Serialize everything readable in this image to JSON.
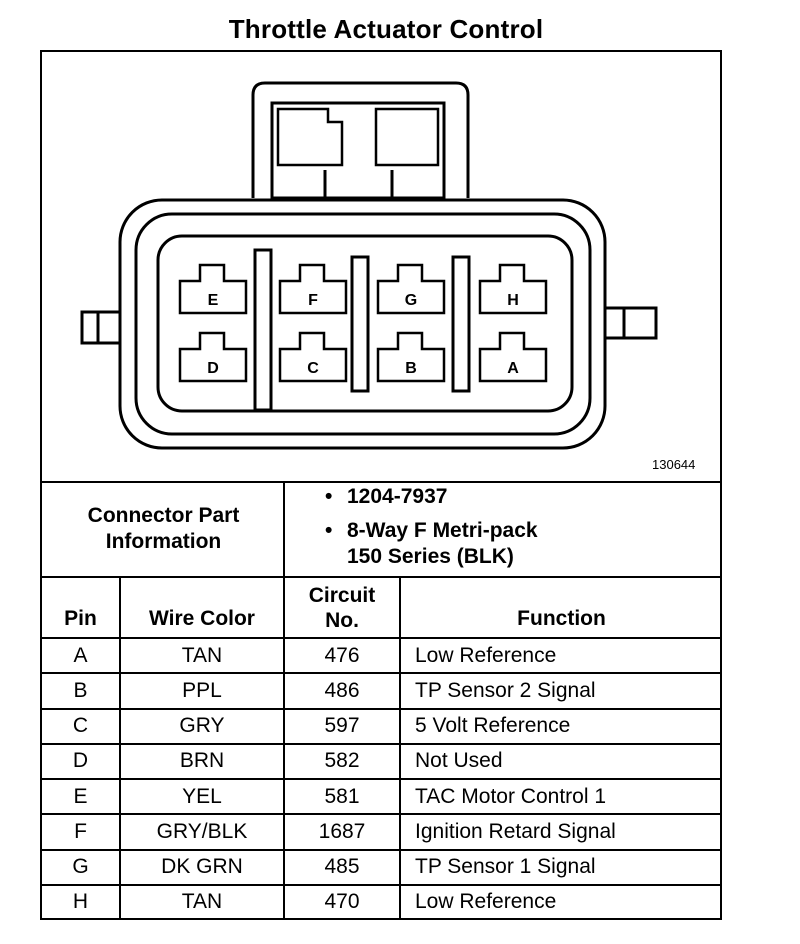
{
  "title": "Throttle Actuator Control",
  "figure_number": "130644",
  "connector": {
    "pins_top": [
      "E",
      "F",
      "G",
      "H"
    ],
    "pins_bottom": [
      "D",
      "C",
      "B",
      "A"
    ]
  },
  "part_info": {
    "label_line1": "Connector Part",
    "label_line2": "Information",
    "bullet": "•",
    "part_number": "1204-7937",
    "description_line1": "8-Way F Metri-pack",
    "description_line2": "150 Series (BLK)"
  },
  "table": {
    "headers": {
      "pin": "Pin",
      "wire_color": "Wire Color",
      "circuit_line1": "Circuit",
      "circuit_line2": "No.",
      "function": "Function"
    },
    "rows": [
      {
        "pin": "A",
        "wire": "TAN",
        "circuit": "476",
        "function": "Low Reference"
      },
      {
        "pin": "B",
        "wire": "PPL",
        "circuit": "486",
        "function": "TP Sensor 2 Signal"
      },
      {
        "pin": "C",
        "wire": "GRY",
        "circuit": "597",
        "function": "5 Volt Reference"
      },
      {
        "pin": "D",
        "wire": "BRN",
        "circuit": "582",
        "function": "Not Used"
      },
      {
        "pin": "E",
        "wire": "YEL",
        "circuit": "581",
        "function": "TAC Motor Control 1"
      },
      {
        "pin": "F",
        "wire": "GRY/BLK",
        "circuit": "1687",
        "function": "Ignition Retard Signal"
      },
      {
        "pin": "G",
        "wire": "DK GRN",
        "circuit": "485",
        "function": "TP Sensor 1 Signal"
      },
      {
        "pin": "H",
        "wire": "TAN",
        "circuit": "470",
        "function": "Low Reference"
      }
    ]
  }
}
